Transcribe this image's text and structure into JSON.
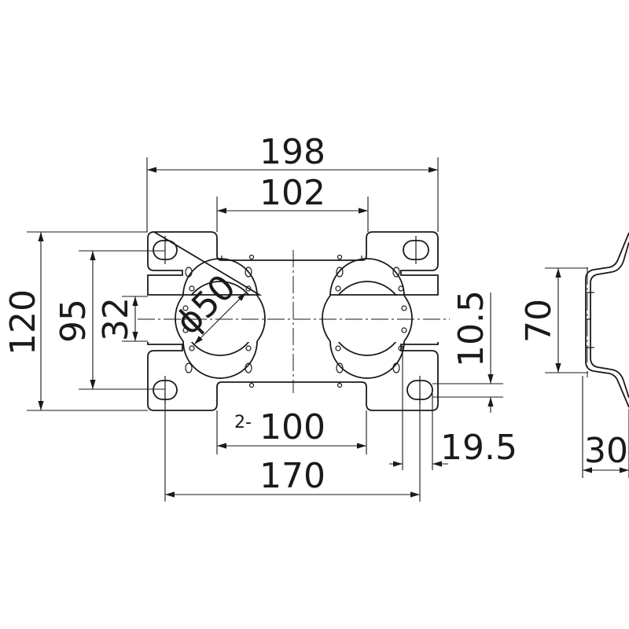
{
  "dimensions": {
    "width_overall": "198",
    "width_inner_top": "102",
    "width_inner_bottom": "100",
    "count_prefix": "2-",
    "slot_spacing": "170",
    "height_overall": "120",
    "slot_height_spacing": "95",
    "center_band": "32",
    "hole_diameter": "ϕ50",
    "slot_width": "10.5",
    "slot_offset": "19.5",
    "side_height": "70",
    "side_depth": "30"
  }
}
